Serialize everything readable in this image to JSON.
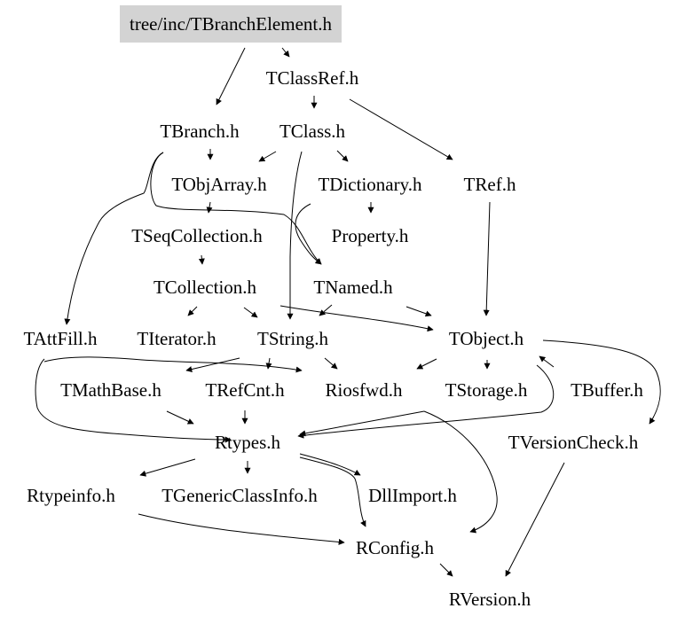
{
  "diagram": {
    "title": "tree/inc/TBranchElement.h",
    "root_fill": "#d3d3d3",
    "edge_color": "#000000",
    "nodes": [
      {
        "id": "root",
        "label": "tree/inc/TBranchElement.h"
      },
      {
        "id": "TClassRef",
        "label": "TClassRef.h"
      },
      {
        "id": "TBranch",
        "label": "TBranch.h"
      },
      {
        "id": "TClass",
        "label": "TClass.h"
      },
      {
        "id": "TObjArray",
        "label": "TObjArray.h"
      },
      {
        "id": "TDictionary",
        "label": "TDictionary.h"
      },
      {
        "id": "TRef",
        "label": "TRef.h"
      },
      {
        "id": "TSeqCollection",
        "label": "TSeqCollection.h"
      },
      {
        "id": "Property",
        "label": "Property.h"
      },
      {
        "id": "TCollection",
        "label": "TCollection.h"
      },
      {
        "id": "TNamed",
        "label": "TNamed.h"
      },
      {
        "id": "TAttFill",
        "label": "TAttFill.h"
      },
      {
        "id": "TIterator",
        "label": "TIterator.h"
      },
      {
        "id": "TString",
        "label": "TString.h"
      },
      {
        "id": "TObject",
        "label": "TObject.h"
      },
      {
        "id": "TMathBase",
        "label": "TMathBase.h"
      },
      {
        "id": "TRefCnt",
        "label": "TRefCnt.h"
      },
      {
        "id": "Riosfwd",
        "label": "Riosfwd.h"
      },
      {
        "id": "TStorage",
        "label": "TStorage.h"
      },
      {
        "id": "TBuffer",
        "label": "TBuffer.h"
      },
      {
        "id": "Rtypes",
        "label": "Rtypes.h"
      },
      {
        "id": "TVersionCheck",
        "label": "TVersionCheck.h"
      },
      {
        "id": "Rtypeinfo",
        "label": "Rtypeinfo.h"
      },
      {
        "id": "TGenericClassInfo",
        "label": "TGenericClassInfo.h"
      },
      {
        "id": "DllImport",
        "label": "DllImport.h"
      },
      {
        "id": "RConfig",
        "label": "RConfig.h"
      },
      {
        "id": "RVersion",
        "label": "RVersion.h"
      }
    ],
    "edges": [
      {
        "from": "root",
        "to": "TBranch"
      },
      {
        "from": "root",
        "to": "TClassRef"
      },
      {
        "from": "TClassRef",
        "to": "TClass"
      },
      {
        "from": "TClassRef",
        "to": "TRef"
      },
      {
        "from": "TBranch",
        "to": "TObjArray"
      },
      {
        "from": "TBranch",
        "to": "TAttFill"
      },
      {
        "from": "TBranch",
        "to": "TNamed"
      },
      {
        "from": "TClass",
        "to": "TObjArray"
      },
      {
        "from": "TClass",
        "to": "TDictionary"
      },
      {
        "from": "TClass",
        "to": "TString"
      },
      {
        "from": "TObjArray",
        "to": "TSeqCollection"
      },
      {
        "from": "TDictionary",
        "to": "Property"
      },
      {
        "from": "TDictionary",
        "to": "TNamed"
      },
      {
        "from": "TRef",
        "to": "TObject"
      },
      {
        "from": "TSeqCollection",
        "to": "TCollection"
      },
      {
        "from": "TCollection",
        "to": "TIterator"
      },
      {
        "from": "TCollection",
        "to": "TString"
      },
      {
        "from": "TCollection",
        "to": "TObject"
      },
      {
        "from": "TNamed",
        "to": "TString"
      },
      {
        "from": "TNamed",
        "to": "TObject"
      },
      {
        "from": "TAttFill",
        "to": "Rtypes"
      },
      {
        "from": "TAttFill",
        "to": "Riosfwd"
      },
      {
        "from": "TString",
        "to": "TMathBase"
      },
      {
        "from": "TString",
        "to": "TRefCnt"
      },
      {
        "from": "TString",
        "to": "Riosfwd"
      },
      {
        "from": "TObject",
        "to": "Riosfwd"
      },
      {
        "from": "TObject",
        "to": "TStorage"
      },
      {
        "from": "TObject",
        "to": "TVersionCheck"
      },
      {
        "from": "TObject",
        "to": "Rtypes"
      },
      {
        "from": "TBuffer",
        "to": "TObject"
      },
      {
        "from": "TMathBase",
        "to": "Rtypes"
      },
      {
        "from": "TRefCnt",
        "to": "Rtypes"
      },
      {
        "from": "TStorage",
        "to": "Rtypes"
      },
      {
        "from": "TStorage",
        "to": "RConfig"
      },
      {
        "from": "Rtypes",
        "to": "Rtypeinfo"
      },
      {
        "from": "Rtypes",
        "to": "TGenericClassInfo"
      },
      {
        "from": "Rtypes",
        "to": "DllImport"
      },
      {
        "from": "Rtypes",
        "to": "RConfig"
      },
      {
        "from": "Rtypeinfo",
        "to": "RConfig"
      },
      {
        "from": "RConfig",
        "to": "RVersion"
      },
      {
        "from": "TVersionCheck",
        "to": "RVersion"
      }
    ]
  }
}
